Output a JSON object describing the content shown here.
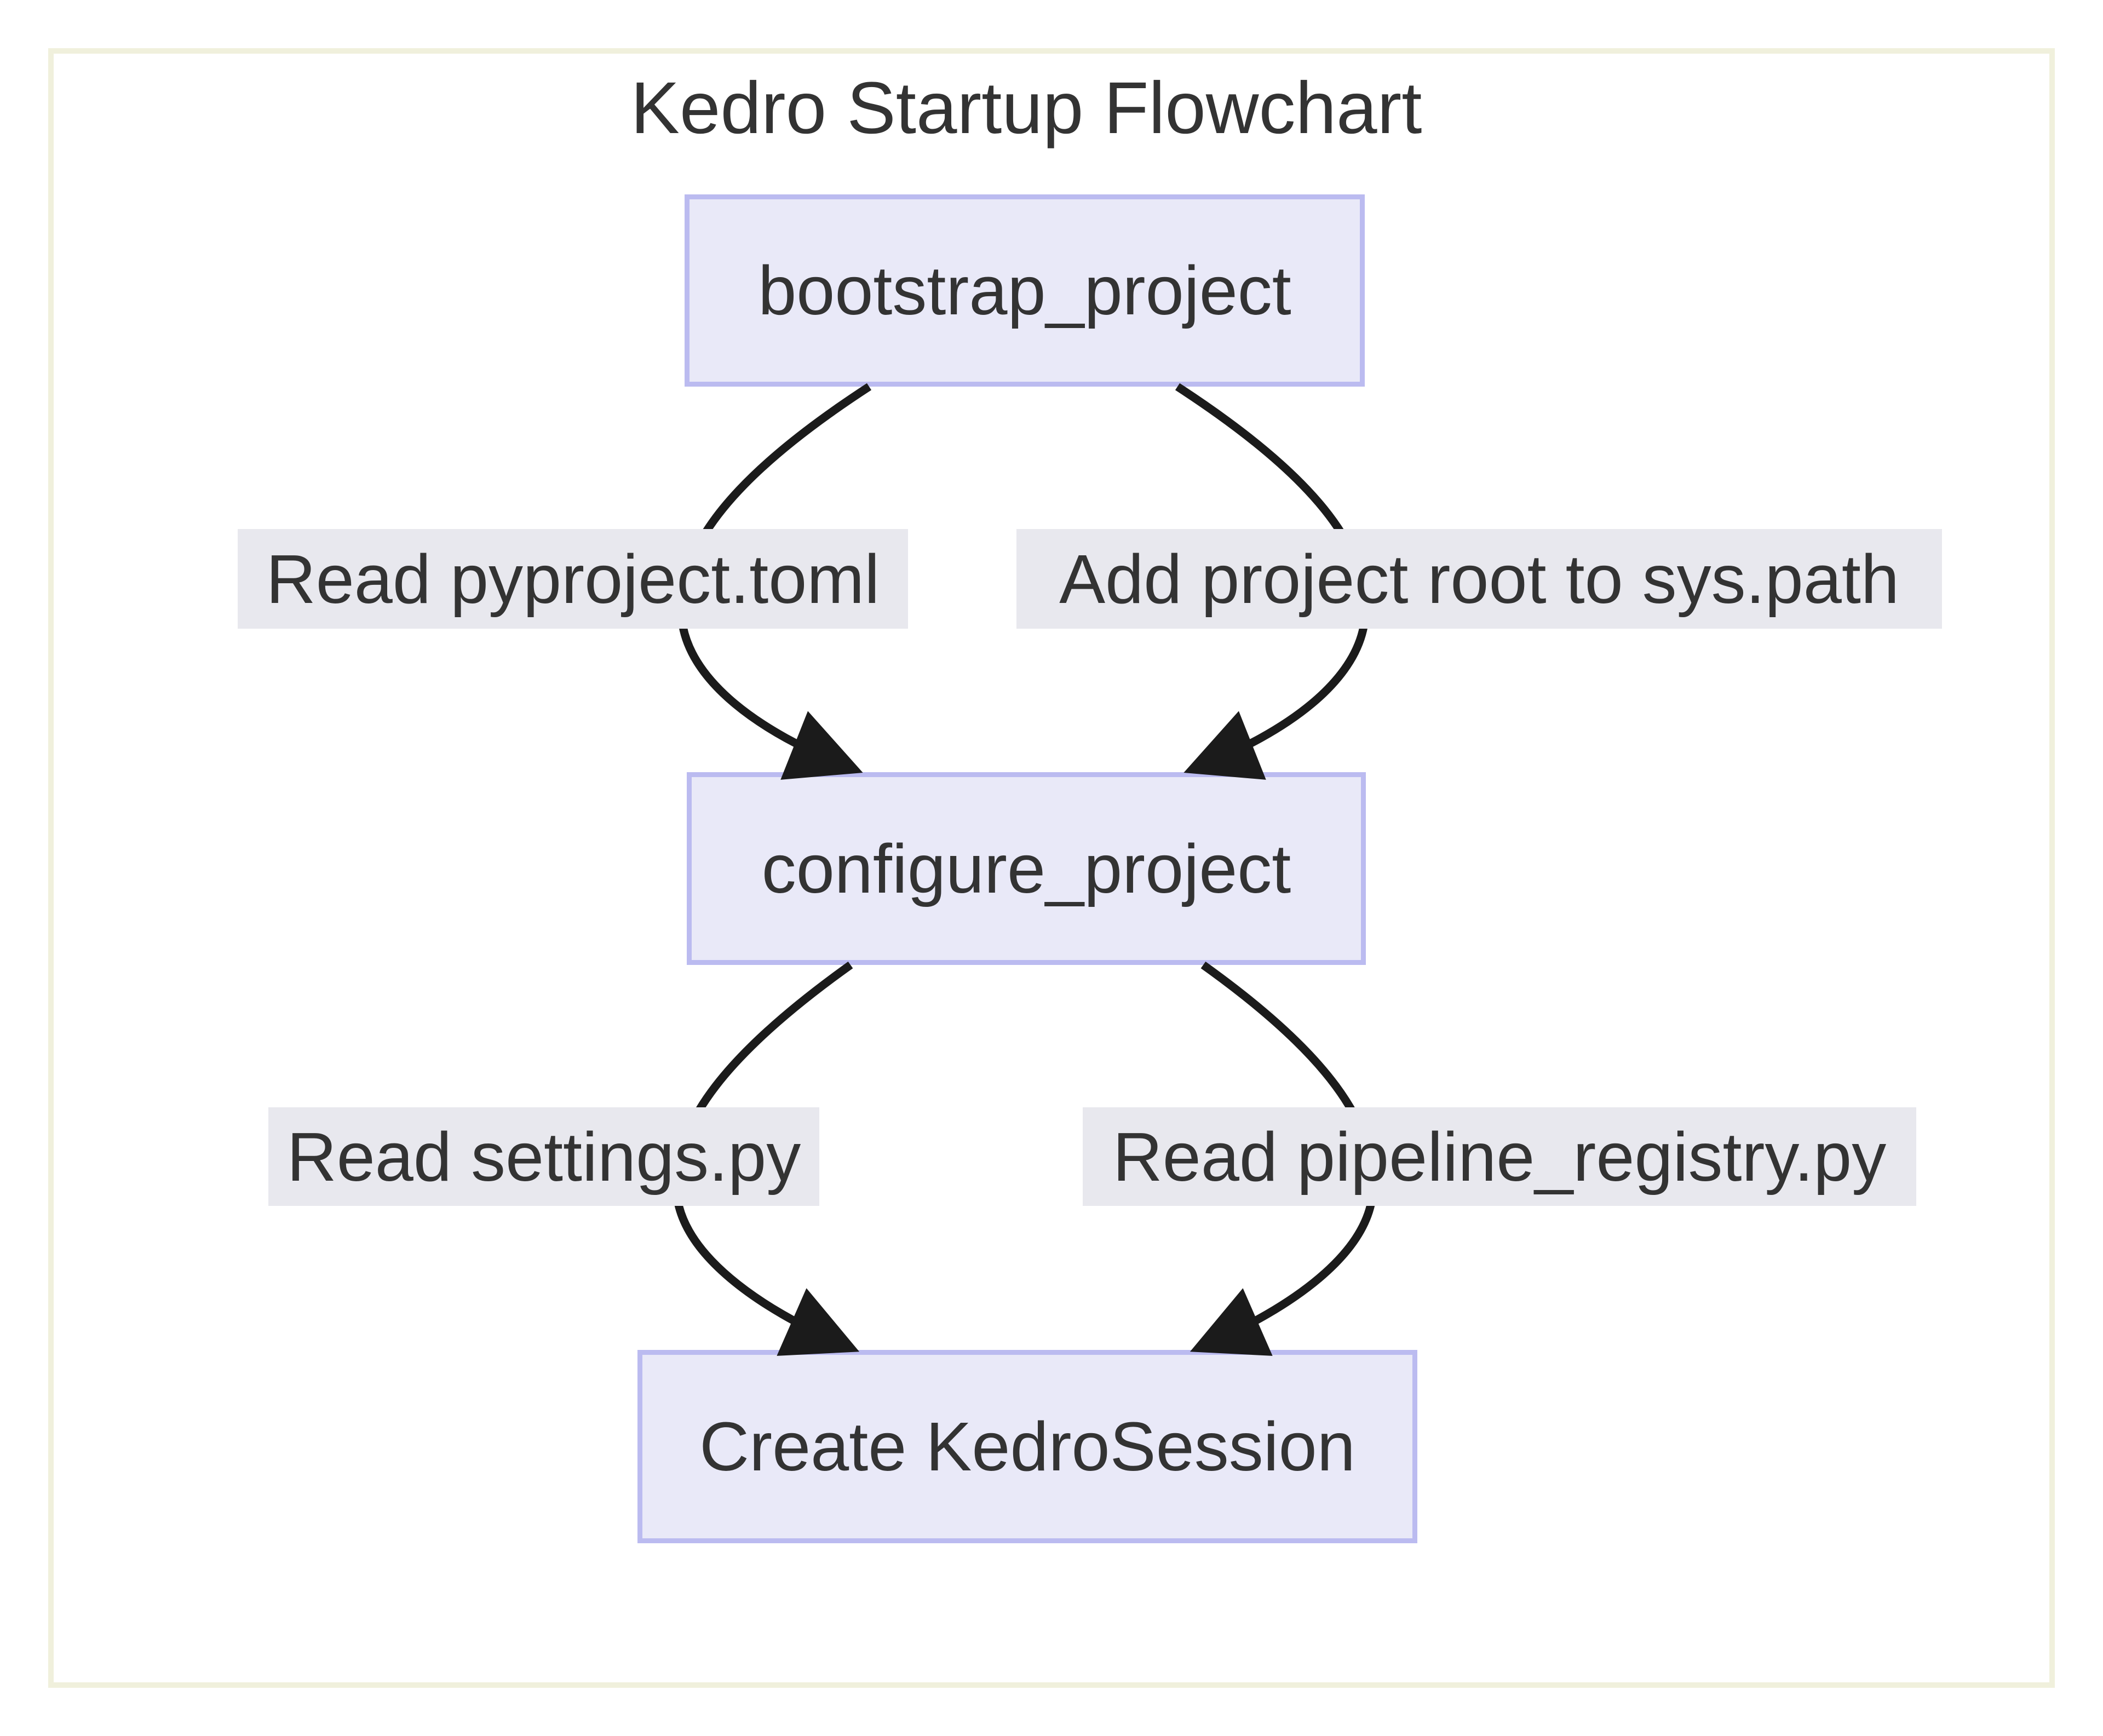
{
  "diagram": {
    "title": "Kedro Startup Flowchart",
    "type": "flowchart",
    "nodes": [
      {
        "id": "bootstrap",
        "label": "bootstrap_project"
      },
      {
        "id": "configure",
        "label": "configure_project"
      },
      {
        "id": "session",
        "label": "Create KedroSession"
      }
    ],
    "edges": [
      {
        "from": "bootstrap_project",
        "to": "configure_project",
        "label": "Read pyproject.toml"
      },
      {
        "from": "bootstrap_project",
        "to": "configure_project",
        "label": "Add project root to sys.path"
      },
      {
        "from": "configure_project",
        "to": "Create KedroSession",
        "label": "Read settings.py"
      },
      {
        "from": "configure_project",
        "to": "Create KedroSession",
        "label": "Read pipeline_registry.py"
      }
    ]
  },
  "colors": {
    "background": "#ffffff",
    "frame_border": "#f0f0dc",
    "node_fill": "#e9e9f8",
    "node_border": "#bbbbf0",
    "node_text": "#333333",
    "edge_line": "#1b1b1b",
    "edge_label_bg": "#e8e8ee",
    "edge_label_text": "#333333",
    "title_text": "#333333"
  }
}
